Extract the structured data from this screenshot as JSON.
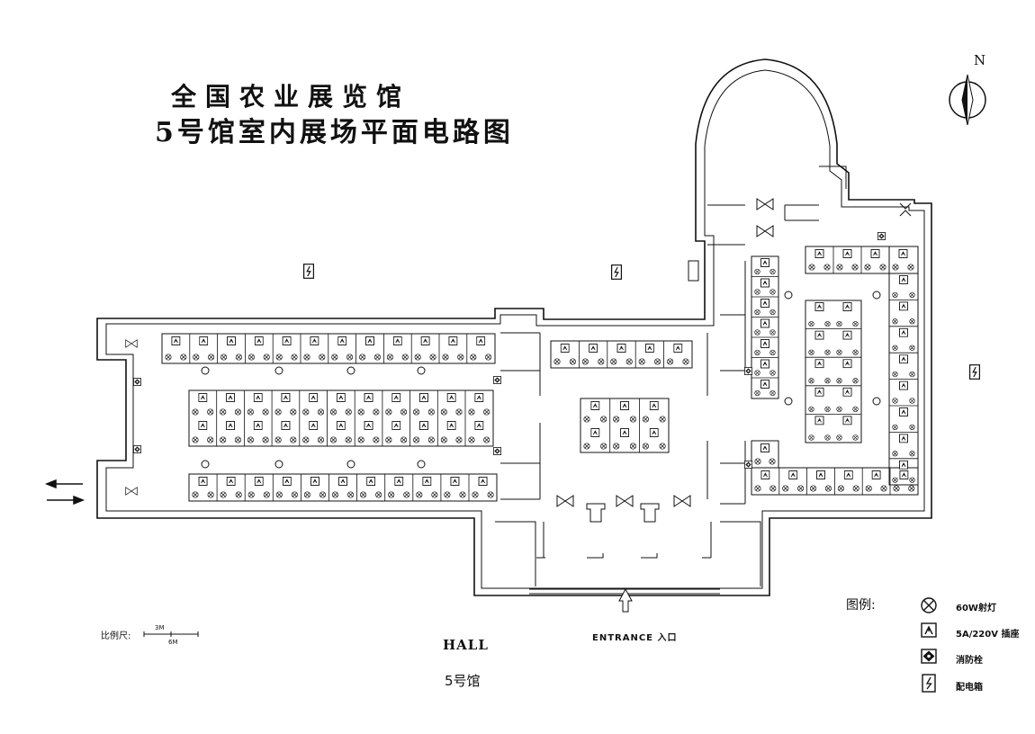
{
  "title_line1": "全国农业展览馆",
  "title_line2": "5号馆室内展场平面电路图",
  "hall_label": "HALL",
  "hall_number": "5号馆",
  "entrance_label": "ENTRANCE 入口",
  "north_label": "N",
  "scale": {
    "label": "比例尺:",
    "mark_a": "3M",
    "mark_b": "6M"
  },
  "legend": {
    "title": "图例:",
    "items": [
      {
        "icon": "spotlight-icon",
        "text": "60W射灯"
      },
      {
        "icon": "socket-icon",
        "text": "5A/220V 插座"
      },
      {
        "icon": "hydrant-icon",
        "text": "消防栓"
      },
      {
        "icon": "distribution-box-icon",
        "text": "配电箱"
      }
    ]
  }
}
